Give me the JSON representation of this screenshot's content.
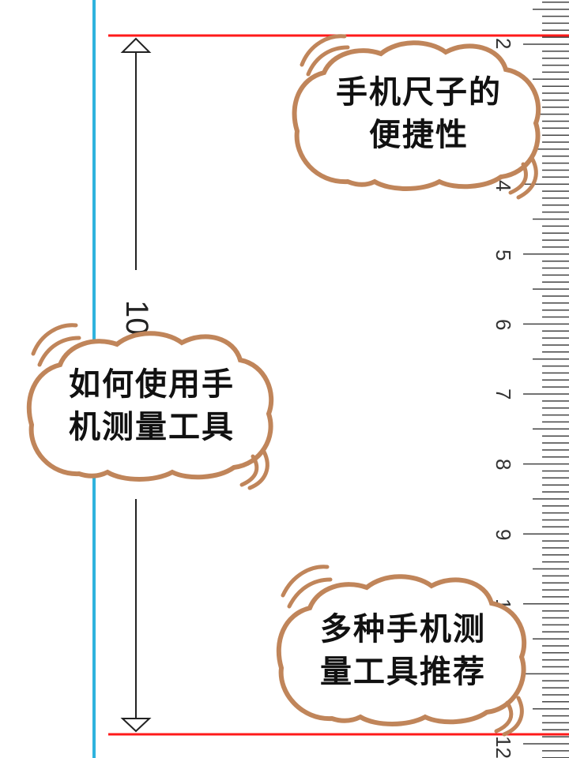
{
  "ruler": {
    "unit": "cm",
    "visible_numbers": [
      "2",
      "4",
      "5",
      "6",
      "7",
      "8",
      "9",
      "1",
      "12"
    ],
    "measurement_label": "10",
    "colors": {
      "limit_line": "#ff1a1a",
      "edge_line": "#2fb3de",
      "cloud_border": "#c0855a"
    }
  },
  "bubbles": {
    "top": {
      "line1": "手机尺子的",
      "line2": "便捷性"
    },
    "middle": {
      "line1": "如何使用手",
      "line2": "机测量工具"
    },
    "bottom": {
      "line1": "多种手机测",
      "line2": "量工具推荐"
    }
  },
  "icons": {
    "arrow_top": "triangle-up-icon",
    "arrow_bottom": "triangle-down-icon"
  }
}
